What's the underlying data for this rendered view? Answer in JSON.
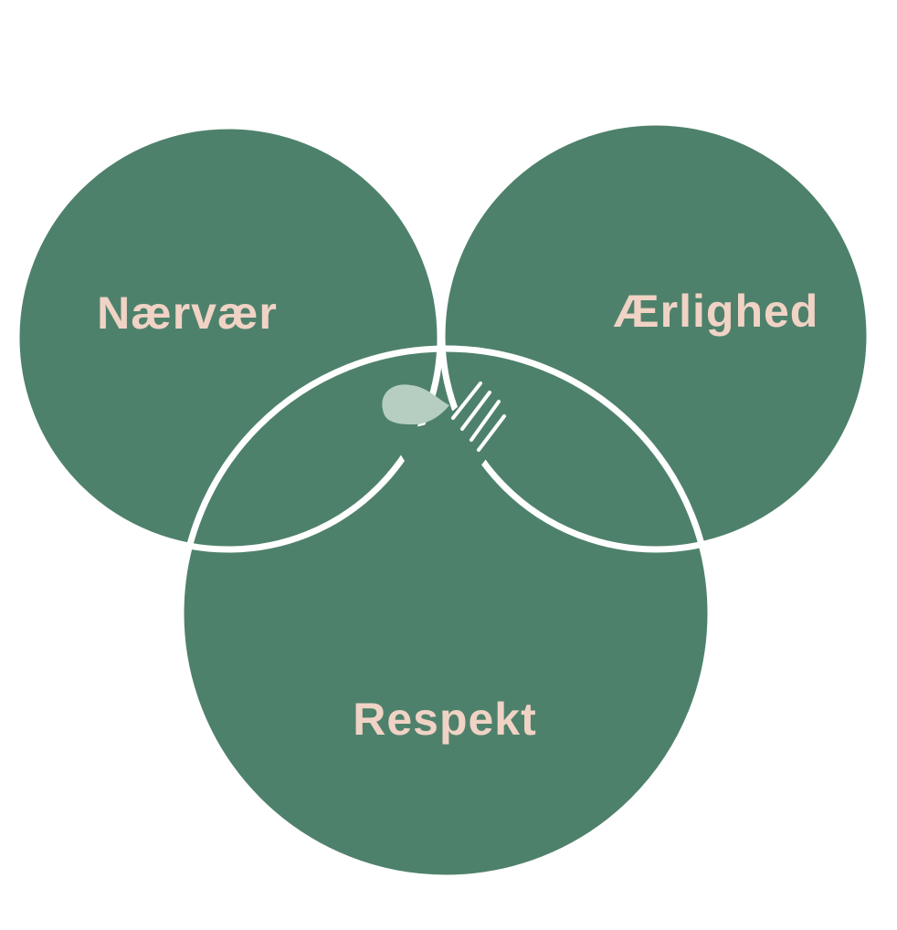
{
  "colors": {
    "circle_fill": "#4e816b",
    "stroke": "#ffffff",
    "label": "#f0d3c5",
    "center_fill": "#ffffff",
    "logo_leaf": "#b6cec2",
    "logo_hand": "#4e816b"
  },
  "diagram": {
    "circles": [
      {
        "id": "left",
        "label": "Nærvær"
      },
      {
        "id": "right",
        "label": "Ærlighed"
      },
      {
        "id": "bottom",
        "label": "Respekt"
      }
    ],
    "center_icon": "hand-heart-leaf-icon"
  }
}
